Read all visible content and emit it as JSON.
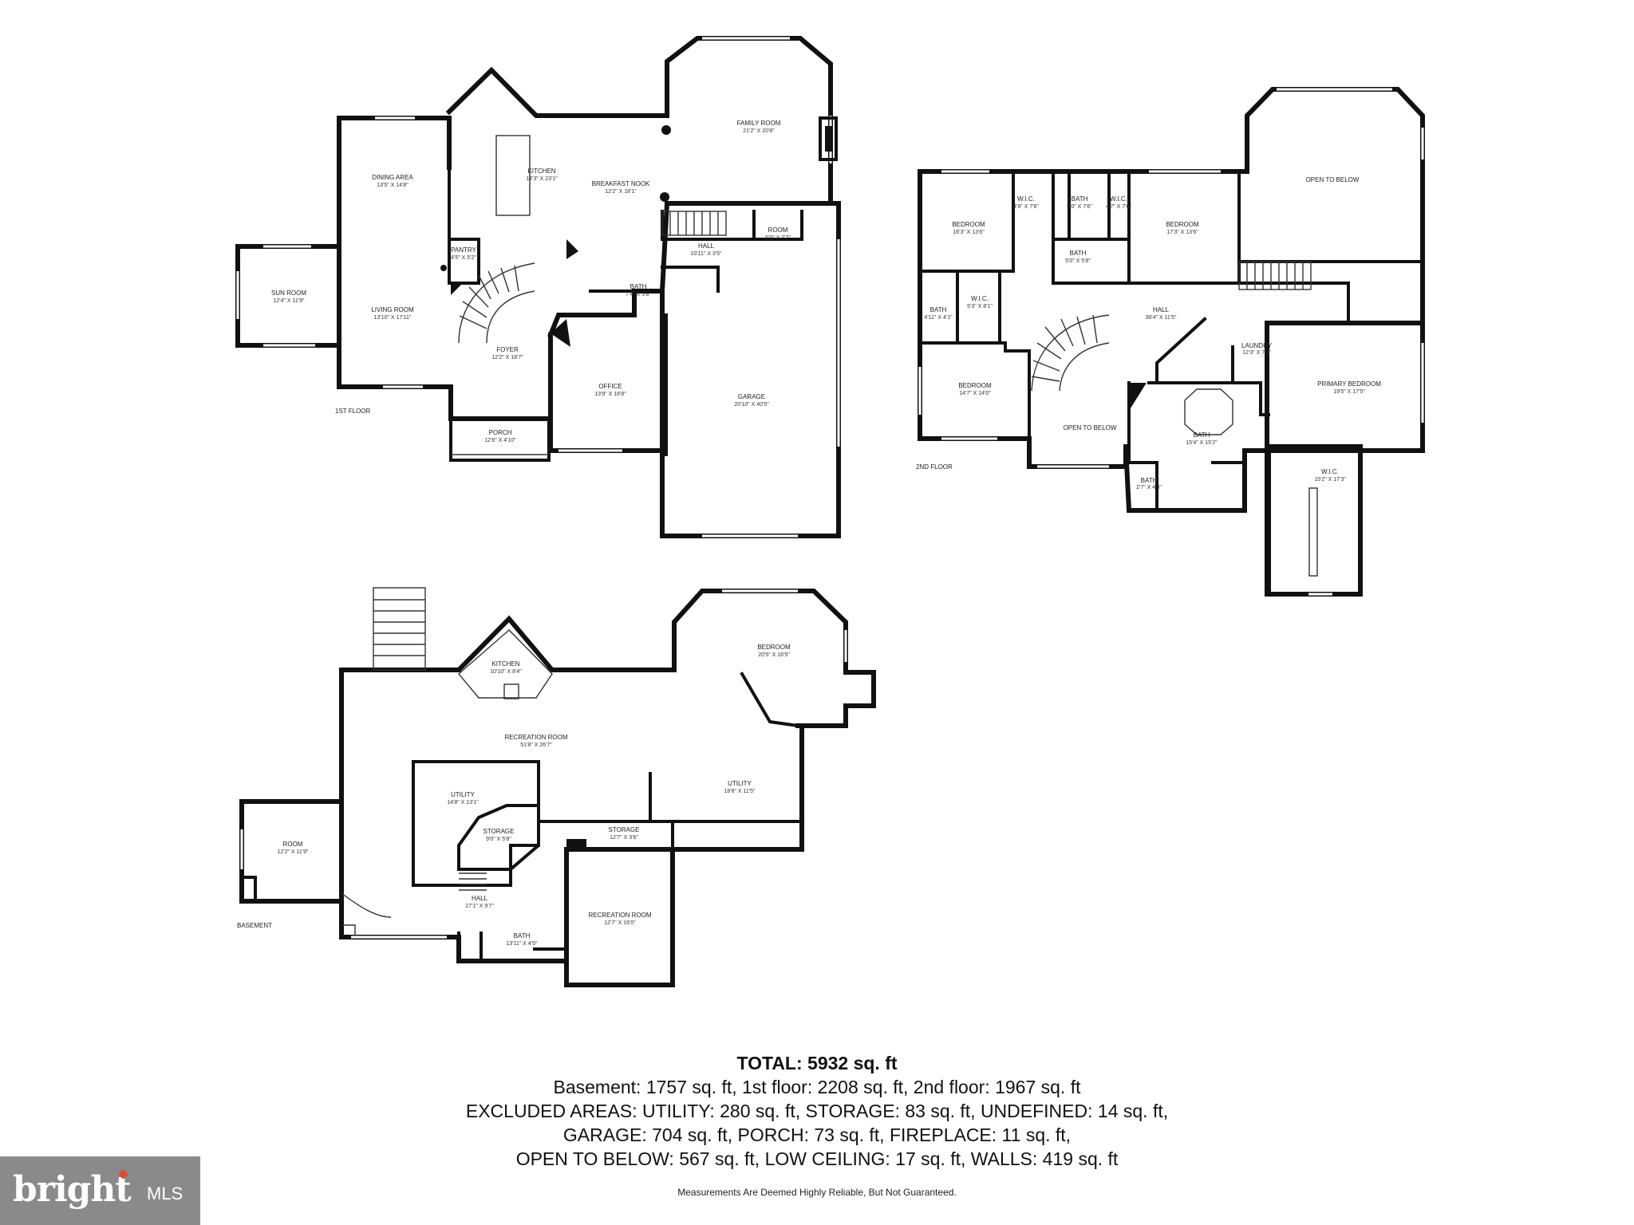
{
  "floors": {
    "first": {
      "label": "1ST FLOOR",
      "rooms": [
        {
          "name": "FAMILY ROOM",
          "dim": "21'2\" X 20'8\""
        },
        {
          "name": "KITCHEN",
          "dim": "14'3\" X 23'1\""
        },
        {
          "name": "BREAKFAST NOOK",
          "dim": "12'2\" X 18'1\""
        },
        {
          "name": "DINING AREA",
          "dim": "13'5\" X 14'8\""
        },
        {
          "name": "LIVING ROOM",
          "dim": "13'10\" X 17'11\""
        },
        {
          "name": "SUN ROOM",
          "dim": "12'4\" X 11'9\""
        },
        {
          "name": "PANTRY",
          "dim": "4'5\" X 5'2\""
        },
        {
          "name": "HALL",
          "dim": "10'11\" X 3'5\""
        },
        {
          "name": "ROOM",
          "dim": "5'0\" X 7'2\""
        },
        {
          "name": "BATH",
          "dim": "7'4\" X 5'8\""
        },
        {
          "name": "FOYER",
          "dim": "12'2\" X 18'7\""
        },
        {
          "name": "OFFICE",
          "dim": "13'9\" X 16'8\""
        },
        {
          "name": "GARAGE",
          "dim": "20'10\" X 40'5\""
        },
        {
          "name": "PORCH",
          "dim": "12'6\" X 4'10\""
        }
      ]
    },
    "second": {
      "label": "2ND FLOOR",
      "rooms": [
        {
          "name": "OPEN TO BELOW",
          "dim": ""
        },
        {
          "name": "BEDROOM",
          "dim": "16'3\" X 13'6\""
        },
        {
          "name": "W.I.C.",
          "dim": "4'9\" X 7'6\""
        },
        {
          "name": "BATH",
          "dim": "5'0\" X 7'6\""
        },
        {
          "name": "W.I.C.",
          "dim": "4'7\" X 7'6\""
        },
        {
          "name": "BEDROOM",
          "dim": "17'3\" X 13'6\""
        },
        {
          "name": "BATH",
          "dim": "5'0\" X 5'8\""
        },
        {
          "name": "BATH",
          "dim": "4'11\" X 4'1\""
        },
        {
          "name": "W.I.C.",
          "dim": "5'3\" X 8'1\""
        },
        {
          "name": "HALL",
          "dim": "38'4\" X 11'5\""
        },
        {
          "name": "LAUNDRY",
          "dim": "12'3\" X 7'1\""
        },
        {
          "name": "PRIMARY BEDROOM",
          "dim": "19'5\" X 17'5\""
        },
        {
          "name": "BEDROOM",
          "dim": "14'7\" X 14'0\""
        },
        {
          "name": "OPEN TO BELOW",
          "dim": ""
        },
        {
          "name": "BATH",
          "dim": "15'4\" X 15'2\""
        },
        {
          "name": "BATH",
          "dim": "2'7\" X 4'3\""
        },
        {
          "name": "W.I.C.",
          "dim": "15'2\" X 17'3\""
        }
      ]
    },
    "basement": {
      "label": "BASEMENT",
      "rooms": [
        {
          "name": "KITCHEN",
          "dim": "10'10\" X 8'4\""
        },
        {
          "name": "BEDROOM",
          "dim": "20'5\" X 16'5\""
        },
        {
          "name": "RECREATION ROOM",
          "dim": "51'8\" X 26'7\""
        },
        {
          "name": "UTILITY",
          "dim": "14'8\" X 13'1\""
        },
        {
          "name": "STORAGE",
          "dim": "9'0\" X 5'8\""
        },
        {
          "name": "UTILITY",
          "dim": "18'8\" X 11'5\""
        },
        {
          "name": "STORAGE",
          "dim": "12'7\" X 3'6\""
        },
        {
          "name": "ROOM",
          "dim": "12'2\" X 11'9\""
        },
        {
          "name": "HALL",
          "dim": "27'1\" X 9'7\""
        },
        {
          "name": "BATH",
          "dim": "13'11\" X 4'5\""
        },
        {
          "name": "RECREATION ROOM",
          "dim": "12'7\" X 16'0\""
        }
      ]
    }
  },
  "summary": {
    "total": "TOTAL: 5932 sq. ft",
    "line1": "Basement: 1757 sq. ft, 1st floor: 2208 sq. ft, 2nd floor: 1967 sq. ft",
    "line2": "EXCLUDED AREAS: UTILITY: 280 sq. ft, STORAGE: 83 sq. ft, UNDEFINED: 14 sq. ft,",
    "line3": "GARAGE: 704 sq. ft, PORCH: 73 sq. ft, FIREPLACE: 11 sq. ft,",
    "line4": "OPEN TO BELOW: 567 sq. ft, LOW CEILING: 17 sq. ft, WALLS: 419 sq. ft"
  },
  "disclaimer": "Measurements Are Deemed Highly Reliable, But Not Guaranteed.",
  "logo": {
    "brand": "bright",
    "suffix": "MLS",
    "accent_color": "#e04a2f",
    "bg_color": "#8a8a8a"
  }
}
